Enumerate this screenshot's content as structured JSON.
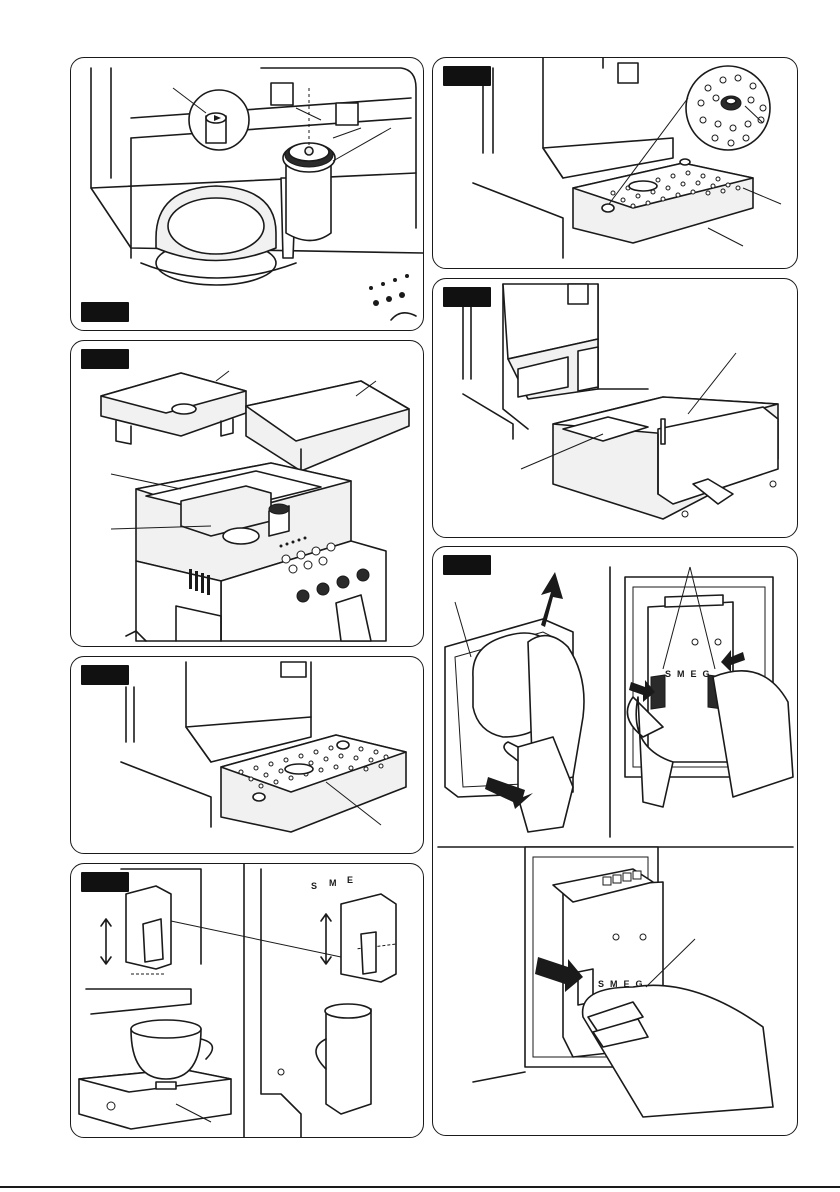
{
  "brand_text": "SMEG",
  "brand_letters": [
    "S",
    "M",
    "E",
    "G"
  ],
  "panels": [
    {
      "id": "grinder-top-view",
      "figure_tag_position": "bottom-left"
    },
    {
      "id": "drip-tray-detail",
      "figure_tag_position": "top-left"
    },
    {
      "id": "covers-removal",
      "figure_tag_position": "top-left"
    },
    {
      "id": "grounds-container",
      "figure_tag_position": "top-left"
    },
    {
      "id": "drip-tray-front",
      "figure_tag_position": "top-left"
    },
    {
      "id": "brewing-unit-removal",
      "figure_tag_position": "top-left"
    },
    {
      "id": "dispenser-height",
      "figure_tag_position": "top-left"
    }
  ],
  "colors": {
    "line": "#1a1a1a",
    "tag": "#111111",
    "background": "#ffffff"
  }
}
